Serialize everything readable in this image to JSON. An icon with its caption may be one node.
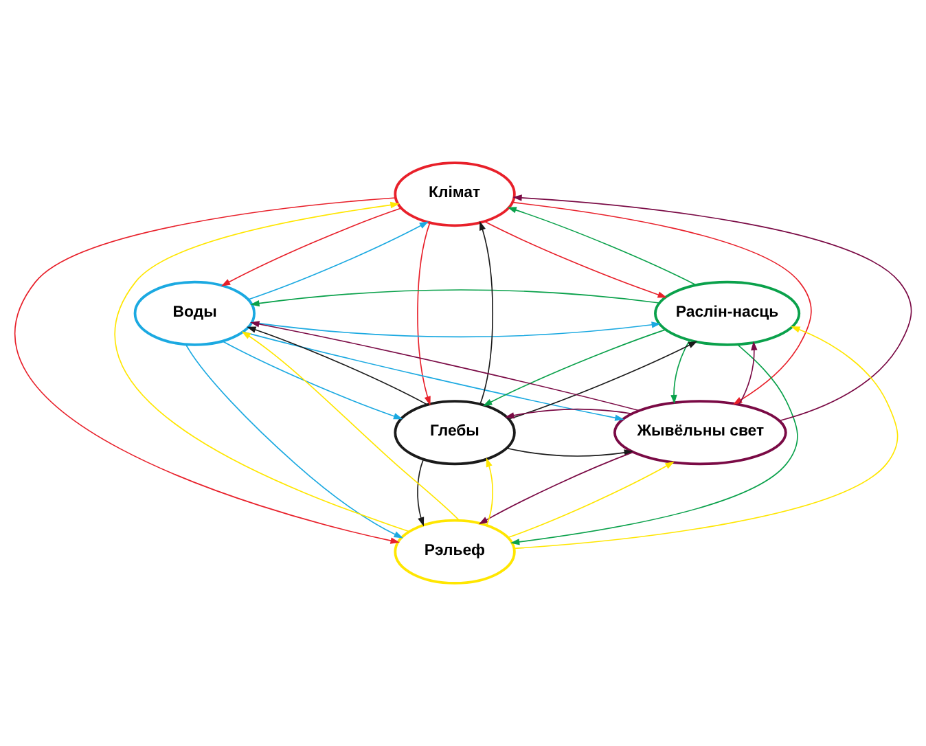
{
  "diagram": {
    "nodes": [
      {
        "text": [
          "Клімат"
        ]
      },
      {
        "text": [
          "Воды"
        ]
      },
      {
        "text": [
          "Раслін-насць"
        ]
      },
      {
        "text": [
          "Глебы"
        ]
      },
      {
        "text": [
          "Жывёльны свет"
        ]
      },
      {
        "text": [
          "Рэльеф"
        ]
      }
    ],
    "edges": [
      {
        "from": 0,
        "to": 1,
        "arrow": "to",
        "color": "#e8202a"
      },
      {
        "from": 0,
        "to": 2,
        "arrow": "to",
        "color": "#e8202a"
      },
      {
        "from": 0,
        "to": 3,
        "arrow": "to",
        "color": "#e8202a"
      },
      {
        "from": 0,
        "to": 4,
        "arrow": "to",
        "color": "#e8202a"
      },
      {
        "from": 0,
        "to": 5,
        "arrow": "to",
        "color": "#e8202a"
      },
      {
        "from": 1,
        "to": 0,
        "arrow": "to",
        "color": "#1ba9e1"
      },
      {
        "from": 1,
        "to": 2,
        "arrow": "to",
        "color": "#1ba9e1"
      },
      {
        "from": 1,
        "to": 3,
        "arrow": "to",
        "color": "#1ba9e1"
      },
      {
        "from": 1,
        "to": 4,
        "arrow": "to",
        "color": "#1ba9e1"
      },
      {
        "from": 1,
        "to": 5,
        "arrow": "to",
        "color": "#1ba9e1"
      },
      {
        "from": 2,
        "to": 0,
        "arrow": "to",
        "color": "#0aa14b"
      },
      {
        "from": 2,
        "to": 1,
        "arrow": "to",
        "color": "#0aa14b"
      },
      {
        "from": 2,
        "to": 3,
        "arrow": "to",
        "color": "#0aa14b"
      },
      {
        "from": 2,
        "to": 4,
        "arrow": "to",
        "color": "#0aa14b"
      },
      {
        "from": 2,
        "to": 5,
        "arrow": "to",
        "color": "#0aa14b"
      },
      {
        "from": 3,
        "to": 0,
        "arrow": "to",
        "color": "#1a1a1a"
      },
      {
        "from": 3,
        "to": 1,
        "arrow": "to",
        "color": "#1a1a1a"
      },
      {
        "from": 3,
        "to": 2,
        "arrow": "to",
        "color": "#1a1a1a"
      },
      {
        "from": 3,
        "to": 4,
        "arrow": "to",
        "color": "#1a1a1a"
      },
      {
        "from": 3,
        "to": 5,
        "arrow": "to",
        "color": "#1a1a1a"
      },
      {
        "from": 4,
        "to": 0,
        "arrow": "to",
        "color": "#7a0a45"
      },
      {
        "from": 4,
        "to": 1,
        "arrow": "to",
        "color": "#7a0a45"
      },
      {
        "from": 4,
        "to": 2,
        "arrow": "to",
        "color": "#7a0a45"
      },
      {
        "from": 4,
        "to": 3,
        "arrow": "to",
        "color": "#7a0a45"
      },
      {
        "from": 4,
        "to": 5,
        "arrow": "to",
        "color": "#7a0a45"
      },
      {
        "from": 5,
        "to": 0,
        "arrow": "to",
        "color": "#ffe600"
      },
      {
        "from": 5,
        "to": 1,
        "arrow": "to",
        "color": "#ffe600"
      },
      {
        "from": 5,
        "to": 2,
        "arrow": "to",
        "color": "#ffe600"
      },
      {
        "from": 5,
        "to": 3,
        "arrow": "to",
        "color": "#ffe600"
      },
      {
        "from": 5,
        "to": 4,
        "arrow": "to",
        "color": "#ffe600"
      }
    ]
  }
}
